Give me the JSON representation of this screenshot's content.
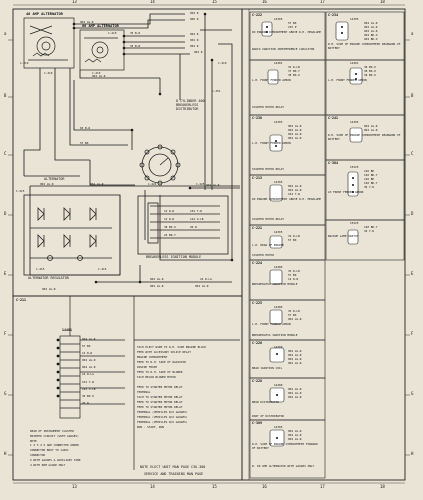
{
  "grid": {
    "left_letters": [
      "a",
      "B",
      "C",
      "D",
      "E",
      "F",
      "G",
      "H"
    ],
    "right_letters": [
      "a",
      "B",
      "C",
      "D",
      "E",
      "F",
      "G",
      "H"
    ],
    "top_numbers": [
      "13",
      "14",
      "15",
      "16",
      "17",
      "18"
    ],
    "bottom_numbers": [
      "13",
      "14",
      "15",
      "16",
      "17",
      "18"
    ]
  },
  "main": {
    "alternator1_label": "40 AMP ALTERNATOR",
    "alternator2_label": "60 AMP ALTERNATOR",
    "lower_alternator_label": "ALTERNATOR",
    "regulator_label": "ALTERNATOR REGULATOR",
    "distributor_label": "8 CYLINDER 460 BREAKERLESS DISTRIBUTOR",
    "ignition_module_label": "BREAKERLESS IGNITION MODULE",
    "connectors_left": [
      "C-219",
      "C-219",
      "C-219",
      "C-219",
      "C-215",
      "C-215",
      "C-215"
    ],
    "connectors_right": [
      "C-210",
      "C-224",
      "C-225",
      "C-251"
    ],
    "wire_labels_top": [
      "904 LG-R",
      "35 B-W",
      "35 B-W",
      "904 LG-R",
      "65 B-W",
      "57 BK"
    ],
    "wire_labels_right_top": [
      "904 R",
      "906 R",
      "904 R",
      "904 R",
      "904 R",
      "904 R"
    ],
    "wire_labels_mid": [
      "904 LG-R",
      "904 LG-R",
      "904 LG-R",
      "12 R-W",
      "12 R-W",
      "152 Y-W",
      "144 O-LB",
      "38 BK-O",
      "20 W",
      "24 BR-Y"
    ],
    "wire_labels_bottom": [
      "904 LG-R",
      "904 LG-R",
      "904 LG-R",
      "904 LG-R",
      "16 R-LG"
    ]
  },
  "lower": {
    "connector": "C-211",
    "connector_id": "14401",
    "pins": [
      "904 LG-R",
      "57 BK",
      "12 R-W",
      "904 LG-R",
      "904 LG-R",
      "16 R-LG",
      "152 Y-W",
      "144 O-LB",
      "38 BK-O",
      "20 W"
    ],
    "notes_left": [
      "REAR OF INSTRUMENT CLUSTER",
      "PRINTED CIRCUIT (WITH GAUGES)",
      "NOTE",
      "1 2 3 4 5 ARE CONNECTED UNDER",
      "CONNECTOR BODY TO 14401",
      "CONNECTOR",
      "2 WITH GAUGES & AUXILIARY TANK",
      "4 WITH RPM GAUGE ONLY"
    ],
    "notes_right": [
      "TACH ELECT WIRE TO R.H. SIDE ENGINE BLOCK",
      "FEED WITH ACCESSORY SPLICE RELAY",
      "ENGINE COMPARTMENT",
      "FEED TO R.H. SIDE OF RADIATOR",
      "INSIDE FRONT",
      "FEED TO R.H. SIDE OF BLOWER",
      "TACH BELOW BLOWER MOTOR",
      "",
      "FEED TO STARTER MOTOR RELAY",
      "TERMINAL",
      "TACH TO STARTER MOTOR RELAY",
      "FEED TO STARTER MOTOR RELAY",
      "FEED TO STARTER MOTOR RELAY",
      "TERMINAL (VEHICLES W/O GAUGES)",
      "TERMINAL (VEHICLES W/O GAUGES)",
      "TERMINAL (VEHICLES W/O GAUGES)",
      "RUN - START, RUN"
    ],
    "footer": [
      "NOTE ELECT UNIT MAN PAGE C3U-300",
      "SERVICE AND TRAINING MAN PAGE"
    ]
  },
  "right_panel": {
    "boxes": [
      {
        "id": "C-222",
        "part": "14305",
        "lines": [
          "57 BK",
          "155 P"
        ],
        "caption": "IN ENGINE COMPARTMENT ABOVE R.H. HEADLAMP"
      },
      {
        "id": "",
        "part": "",
        "lines": [],
        "caption": "RADIO IGNITION INTERFERENCE CAPACITOR"
      },
      {
        "id": "C-234",
        "part": "14305",
        "lines": [
          "904 LG-R",
          "904 LG-R",
          "904 LG-R",
          "904 BK-O",
          "904 BK-O"
        ],
        "caption": "R.H. SIDE OF ENGINE COMPARTMENT REARWARD OF BATTERY"
      },
      {
        "id": "",
        "part": "14401",
        "lines": [
          "32 R-LB",
          "37 BK-Y",
          "38 BK-O"
        ],
        "caption": "L.H. FRONT FENDER APRON"
      },
      {
        "id": "",
        "part": "",
        "lines": [],
        "caption": "STARTER MOTOR RELAY"
      },
      {
        "id": "",
        "part": "14401",
        "lines": [
          "38 BK-O",
          "38 BK-O",
          "38 BK-O"
        ],
        "caption": "L.H. FRONT FENDER APRON"
      },
      {
        "id": "C-238",
        "part": "14305",
        "lines": [
          "904 LG-R",
          "904 LG-R",
          "904 LG-R",
          "904 LG-R"
        ],
        "caption": "L.H. FRONT FENDER APRON"
      },
      {
        "id": "",
        "part": "",
        "lines": [],
        "caption": "STARTER MOTOR RELAY"
      },
      {
        "id": "C-241",
        "part": "14305",
        "lines": [
          "904 LG-R",
          "904 LG-R"
        ],
        "caption": "R.H. SIDE OF ENGINE COMPARTMENT REARWARD OF BATTERY"
      },
      {
        "id": "C-213",
        "part": "14305",
        "lines": [
          "904 LG-R",
          "904 LG-R",
          "152 Y-W"
        ],
        "caption": "IN ENGINE COMPARTMENT ABOVE R.H. HEADLAMP"
      },
      {
        "id": "",
        "part": "",
        "lines": [],
        "caption": "STARTER MOTOR RELAY"
      },
      {
        "id": "C-304",
        "part": "15525",
        "lines": [
          "146 BK",
          "140 BK-Y",
          "146 BK",
          "140 BK-Y",
          "36 Y-R"
        ],
        "caption": "LH FRONT FENDER APRON"
      },
      {
        "id": "C-221",
        "part": "14305",
        "lines": [
          "32 R-LB",
          "57 BK"
        ],
        "caption": "L.H. REAR OF ENGINE"
      },
      {
        "id": "",
        "part": "",
        "lines": [],
        "caption": "STARTER MOTOR"
      },
      {
        "id": "C-224",
        "part": "14286",
        "lines": [
          "32 R-LB",
          "57 BK",
          "12 R-W"
        ],
        "caption": "BREAKERLESS IGNITION MODULE"
      },
      {
        "id": "",
        "part": "15525",
        "lines": [
          "140 BK-Y",
          "36 Y-R"
        ],
        "caption": "BACKUP LAMP SWITCH"
      },
      {
        "id": "C-225",
        "part": "14286",
        "lines": [
          "32 R-LB",
          "57 BK",
          "904 LG-R"
        ],
        "caption": "L.H. FRONT FENDER APRON"
      },
      {
        "id": "",
        "part": "",
        "lines": [],
        "caption": "BREAKERLESS IGNITION MODULE"
      },
      {
        "id": "C-226",
        "part": "14289",
        "lines": [
          "904 LG-R",
          "904 LG-R",
          "904 LG-R",
          "904 LG-R"
        ],
        "caption": "NEAR IGNITION COIL"
      },
      {
        "id": "C-228",
        "part": "14289",
        "lines": [
          "904 LG-R",
          "904 LG-R",
          "904 LG-R"
        ],
        "caption": "NEAR DISTRIBUTOR"
      },
      {
        "id": "",
        "part": "",
        "lines": [],
        "caption": "PART OF DISTRIBUTOR"
      },
      {
        "id": "C-309",
        "part": "14305",
        "lines": [
          "904 LG-R",
          "904 LG-R",
          "904 LG-R"
        ],
        "caption": "R.H. SIDE OF ENGINE COMPARTMENT FORWARD OF BATTERY"
      },
      {
        "id": "",
        "part": "",
        "lines": [],
        "caption": "R. 60 AMP ALTERNATOR WITH GAUGES ONLY"
      }
    ]
  }
}
